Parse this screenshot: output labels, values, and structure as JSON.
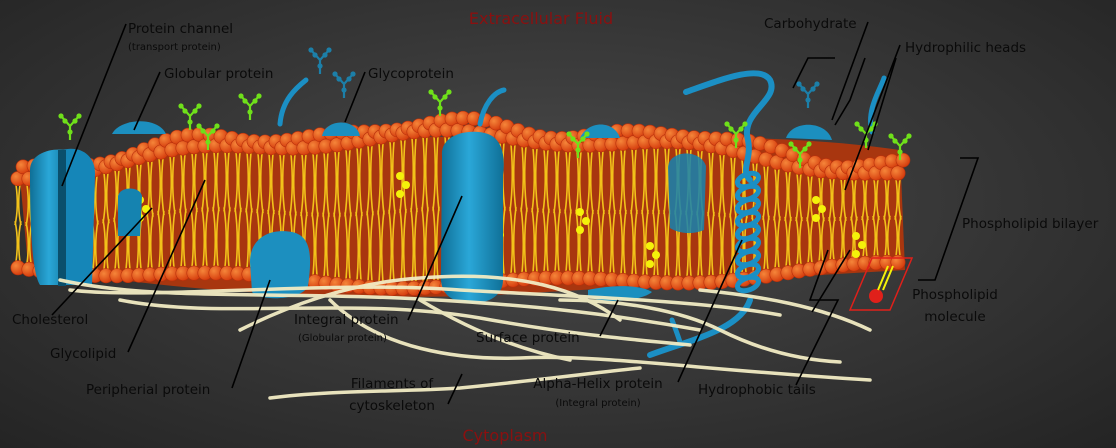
{
  "regions": {
    "extracellular": "Extracellular Fluid",
    "cytoplasm": "Cytoplasm"
  },
  "labels": {
    "protein_channel": "Protein channel",
    "protein_channel_sub": "(transport protein)",
    "globular_protein": "Globular protein",
    "glycoprotein": "Glycoprotein",
    "carbohydrate": "Carbohydrate",
    "hydrophilic_heads": "Hydrophilic heads",
    "phospholipid_bilayer": "Phospholipid bilayer",
    "phospholipid_molecule_1": "Phospholipid",
    "phospholipid_molecule_2": "molecule",
    "cholesterol": "Cholesterol",
    "glycolipid": "Glycolipid",
    "peripheral_protein": "Peripherial protein",
    "integral_protein": "Integral protein",
    "integral_protein_sub": "(Globular protein)",
    "surface_protein": "Surface protein",
    "filaments_1": "Filaments of",
    "filaments_2": "cytoskeleton",
    "alpha_helix": "Alpha-Helix protein",
    "alpha_helix_sub": "(Integral protein)",
    "hydrophobic_tails": "Hydrophobic tails"
  },
  "colors": {
    "head_orange": "#e8551a",
    "head_red": "#c81e0a",
    "tail_yellow": "#f2c21a",
    "protein_blue": "#1b8fc4",
    "protein_dark": "#176f8f",
    "carb_green": "#6fe01a",
    "cholesterol_yellow": "#f4f20a",
    "filament": "#f2ecc4",
    "label_text": "#0a0a0a",
    "region_text": "#8a1010"
  }
}
